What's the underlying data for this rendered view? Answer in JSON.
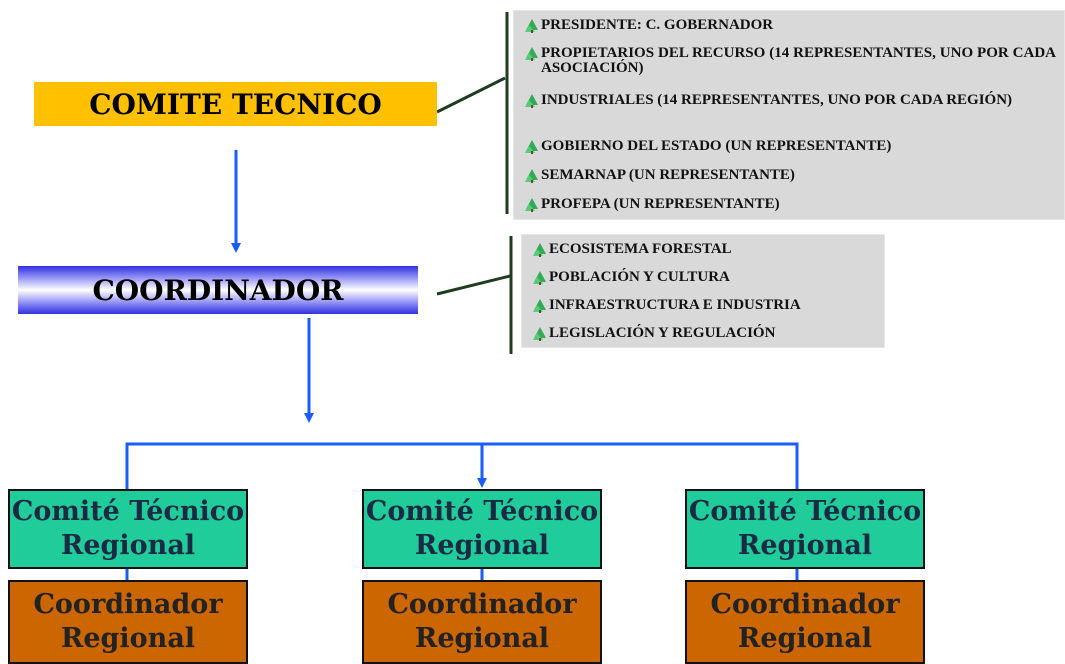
{
  "comite_tecnico": "COMITE TECNICO",
  "coordinador": "COORDINADOR",
  "committee_members": [
    "PRESIDENTE: C. GOBERNADOR",
    "PROPIETARIOS DEL RECURSO (14 REPRESENTANTES, UNO POR CADA ASOCIACIÓN)",
    "INDUSTRIALES (14 REPRESENTANTES, UNO POR CADA REGIÓN)",
    "GOBIERNO DEL ESTADO (UN REPRESENTANTE)",
    "SEMARNAP (UN REPRESENTANTE)",
    "PROFEPA (UN REPRESENTANTE)"
  ],
  "coordinator_areas": [
    "ECOSISTEMA FORESTAL",
    "POBLACIÓN Y CULTURA",
    "INFRAESTRUCTURA E INDUSTRIA",
    "LEGISLACIÓN Y REGULACIÓN"
  ],
  "regional": [
    {
      "committee": "Comité Técnico Regional",
      "coordinator": "Coordinador Regional"
    },
    {
      "committee": "Comité Técnico Regional",
      "coordinator": "Coordinador Regional"
    },
    {
      "committee": "Comité Técnico Regional",
      "coordinator": "Coordinador Regional"
    }
  ],
  "colors": {
    "comite_fill": "#ffc000",
    "regional_committee_fill": "#1fcc9a",
    "regional_coordinator_fill": "#cc6600",
    "arrow": "#1a5cff",
    "connector": "#1f3d1f",
    "panel": "#d9d9d9",
    "bullet": "#33aa55"
  },
  "bullet_icon": "tree-icon"
}
